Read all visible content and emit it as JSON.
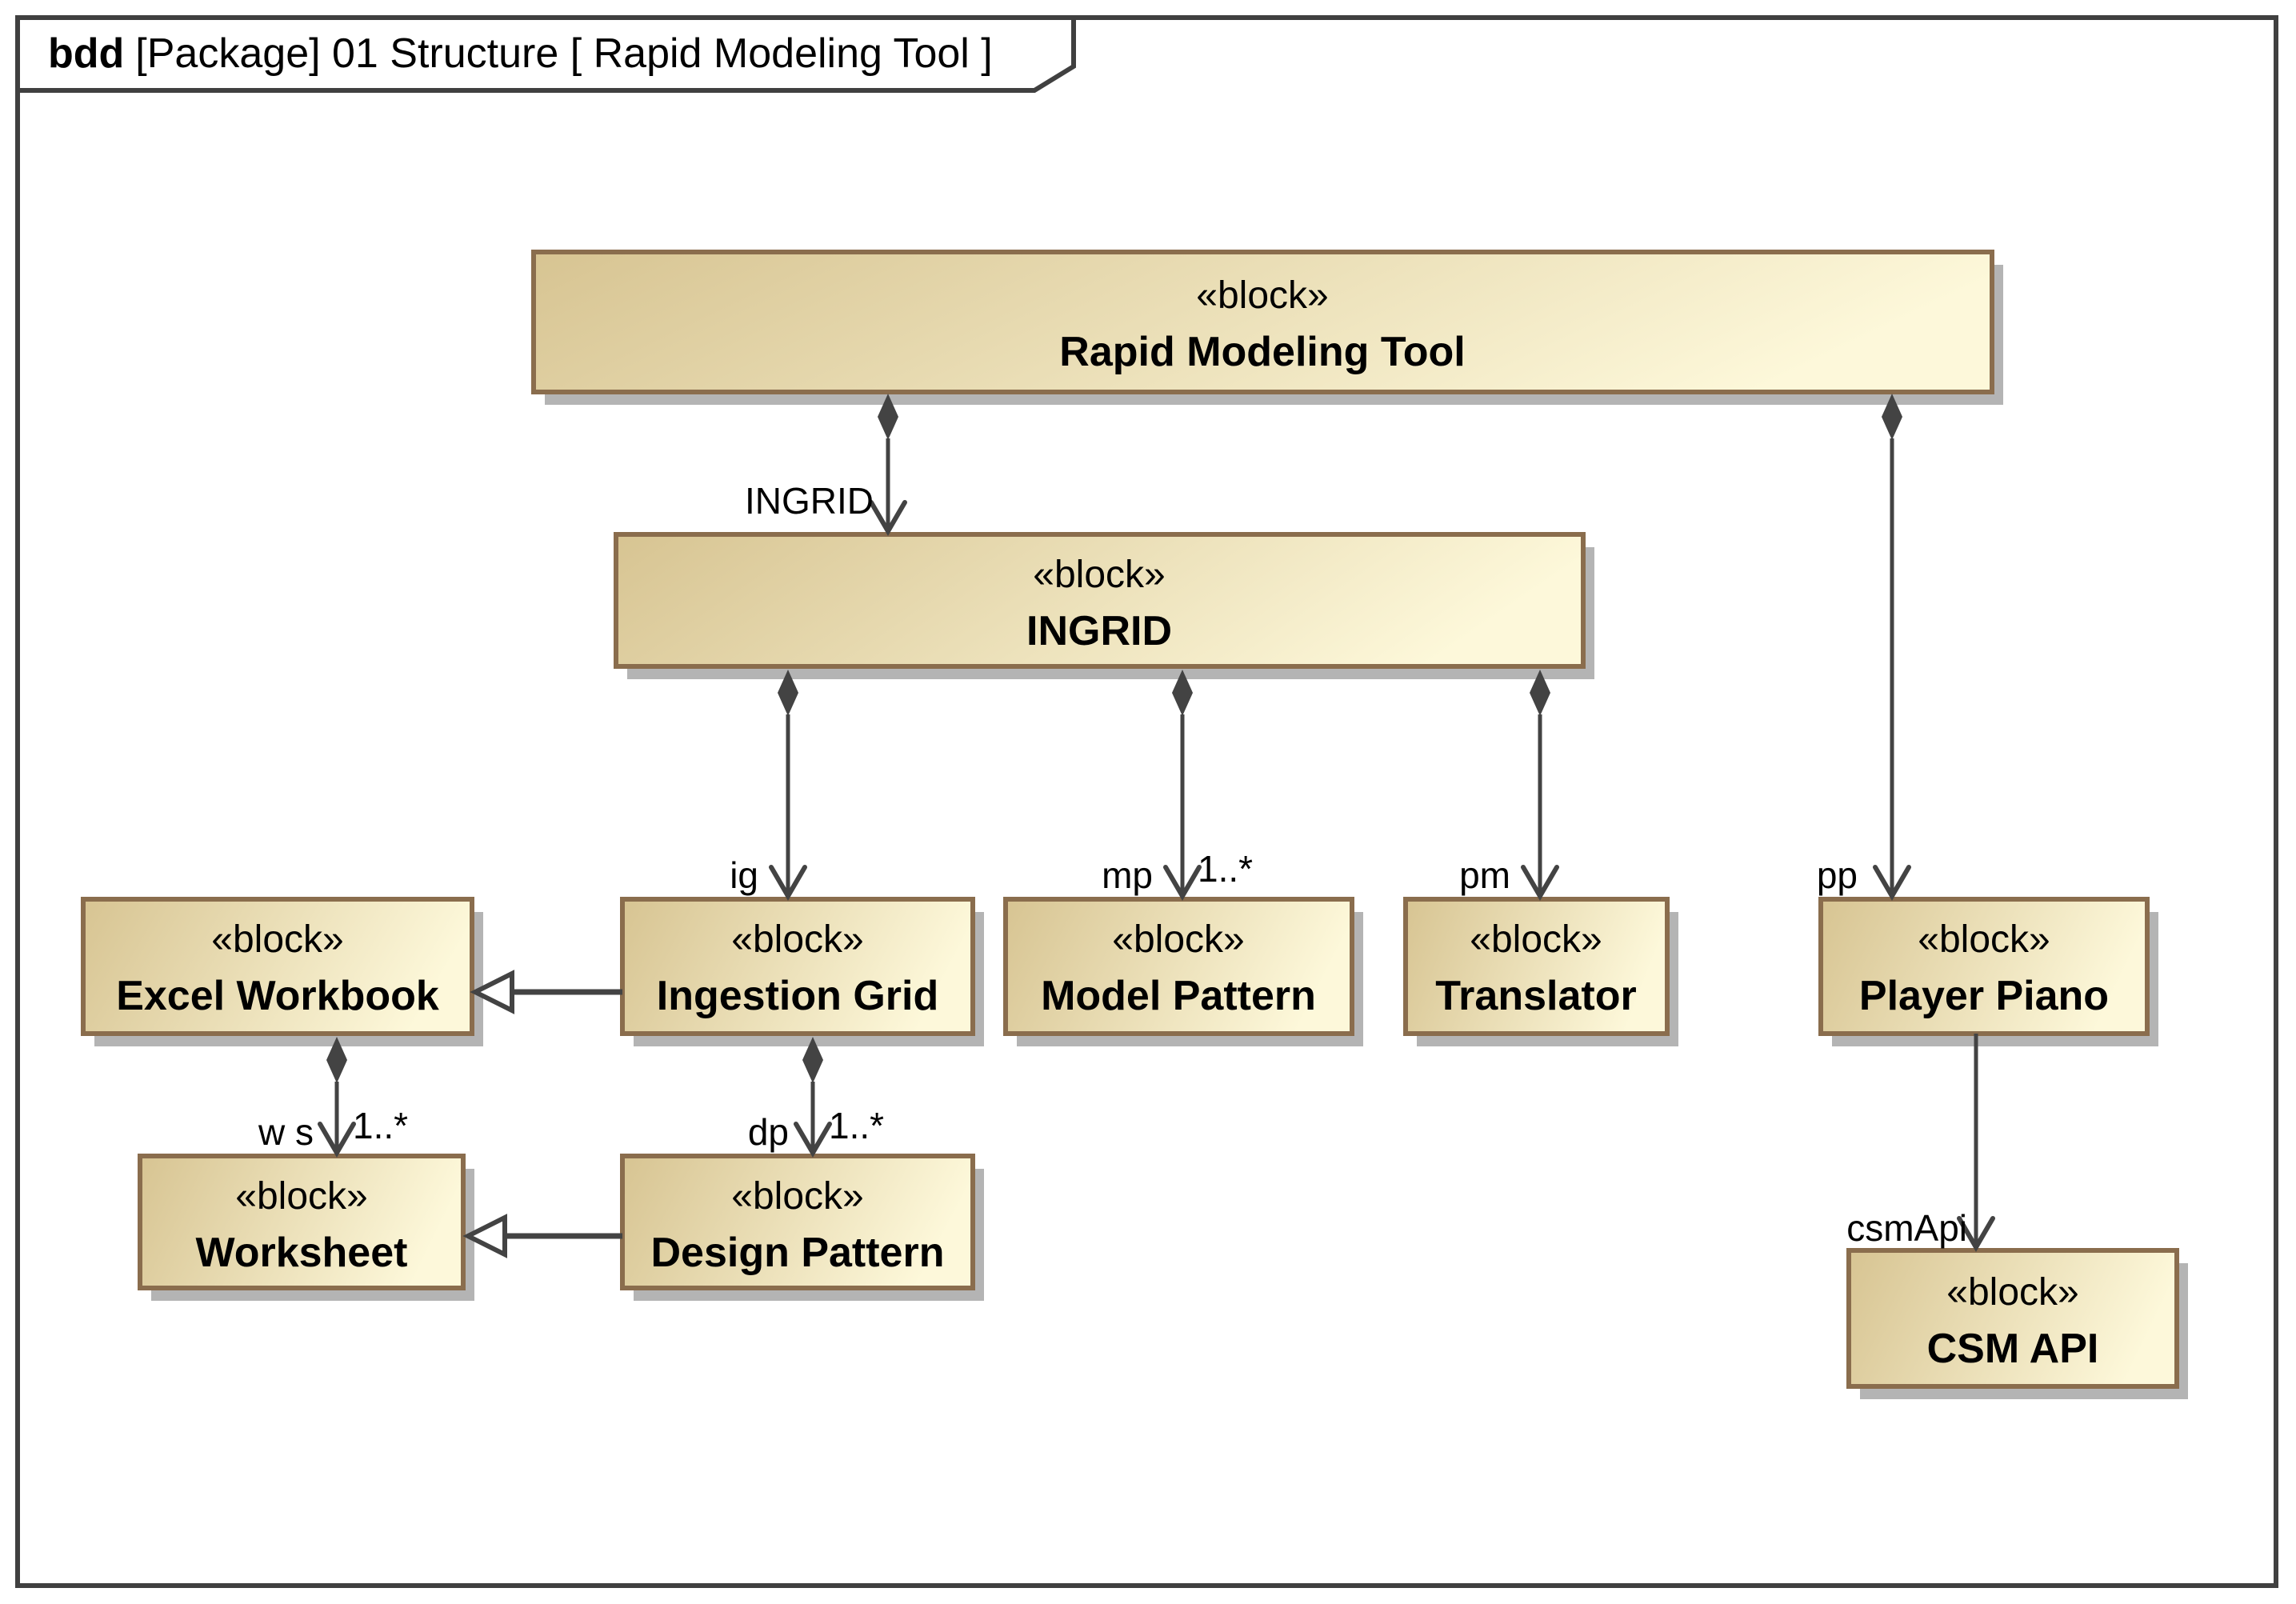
{
  "frame": {
    "diagram_kind": "bdd",
    "title_rest": "[Package] 01 Structure [ Rapid Modeling Tool ]"
  },
  "blocks": {
    "rapid_modeling_tool": {
      "stereotype": "«block»",
      "name": "Rapid Modeling Tool"
    },
    "ingrid": {
      "stereotype": "«block»",
      "name": "INGRID"
    },
    "excel_workbook": {
      "stereotype": "«block»",
      "name": "Excel Workbook"
    },
    "ingestion_grid": {
      "stereotype": "«block»",
      "name": "Ingestion Grid"
    },
    "model_pattern": {
      "stereotype": "«block»",
      "name": "Model Pattern"
    },
    "translator": {
      "stereotype": "«block»",
      "name": "Translator"
    },
    "player_piano": {
      "stereotype": "«block»",
      "name": "Player Piano"
    },
    "worksheet": {
      "stereotype": "«block»",
      "name": "Worksheet"
    },
    "design_pattern": {
      "stereotype": "«block»",
      "name": "Design Pattern"
    },
    "csm_api": {
      "stereotype": "«block»",
      "name": "CSM API"
    }
  },
  "connectors": {
    "rmt_ingrid": {
      "type": "composition",
      "role": "INGRID"
    },
    "rmt_player_piano": {
      "type": "composition",
      "role": "pp"
    },
    "ingrid_ingestion_grid": {
      "type": "composition",
      "role": "ig"
    },
    "ingrid_model_pattern": {
      "type": "composition",
      "role": "mp",
      "multiplicity": "1..*"
    },
    "ingrid_translator": {
      "type": "composition",
      "role": "pm"
    },
    "excel_workbook_worksheet": {
      "type": "composition",
      "role": "w s",
      "multiplicity": "1..*"
    },
    "ingestion_grid_design_pattern": {
      "type": "composition",
      "role": "dp",
      "multiplicity": "1..*"
    },
    "player_piano_csm_api": {
      "type": "directed-association",
      "role": "csmApi"
    },
    "ingestion_grid_excel_workbook": {
      "type": "generalization"
    },
    "design_pattern_worksheet": {
      "type": "generalization"
    }
  },
  "colors": {
    "block_fill_start": "#d7c492",
    "block_fill_end": "#fdf8da",
    "block_border": "#8a6d4d",
    "shadow": "#b4b4b4",
    "line": "#434343",
    "frame_border": "#404040",
    "text": "#000000"
  }
}
